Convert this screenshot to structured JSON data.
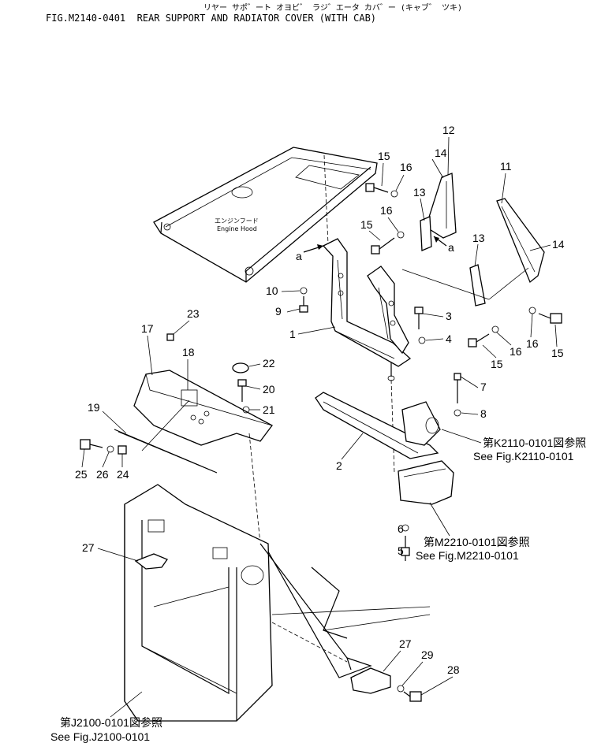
{
  "header": {
    "japanese_title": "リヤー サポ゛ート オヨビ゛ ラジ゛エータ カバ゛ー (キャブ゛ ツキ)",
    "figure_line": "FIG.M2140-0401  REAR SUPPORT AND RADIATOR COVER (WITH CAB)"
  },
  "hood_label": {
    "jp": "エンジンフード",
    "en": "Engine Hood"
  },
  "callouts": {
    "c1": "1",
    "c2": "2",
    "c3": "3",
    "c4": "4",
    "c5": "5",
    "c6": "6",
    "c7": "7",
    "c8": "8",
    "c9": "9",
    "c10": "10",
    "c11": "11",
    "c12": "12",
    "c13a": "13",
    "c13b": "13",
    "c14a": "14",
    "c14b": "14",
    "c15a": "15",
    "c15b": "15",
    "c15c": "15",
    "c15d": "15",
    "c16a": "16",
    "c16b": "16",
    "c16c": "16",
    "c16d": "16",
    "c17": "17",
    "c18": "18",
    "c19": "19",
    "c20": "20",
    "c21": "21",
    "c22": "22",
    "c23": "23",
    "c24": "24",
    "c25": "25",
    "c26": "26",
    "c27a": "27",
    "c27b": "27",
    "c28": "28",
    "c29": "29",
    "ma1": "a",
    "ma2": "a"
  },
  "references": {
    "k2110_jp": "第K2110-0101図参照",
    "k2110_en": "See Fig.K2110-0101",
    "m2210_jp": "第M2210-0101図参照",
    "m2210_en": "See Fig.M2210-0101",
    "j2100_jp": "第J2100-0101図参照",
    "j2100_en": "See Fig.J2100-0101"
  }
}
